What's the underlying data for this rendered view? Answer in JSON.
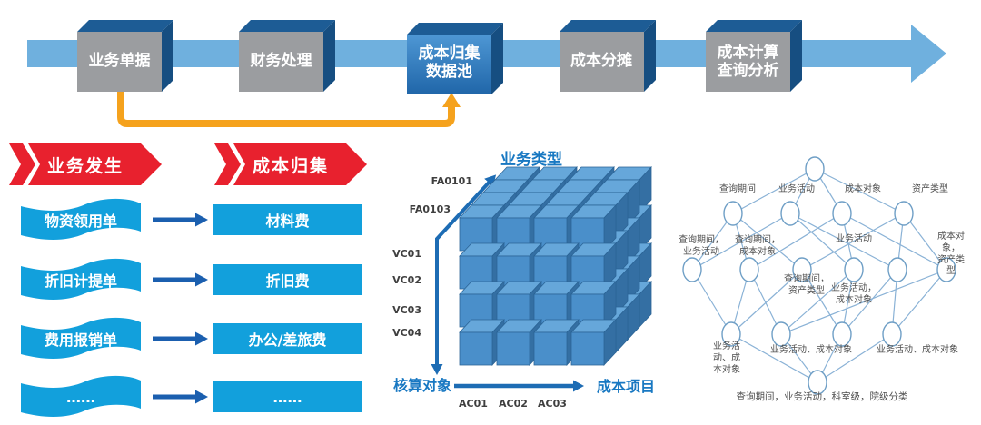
{
  "colors": {
    "flow-arrow": "#6FB0DE",
    "box-gray": "#9B9DA0",
    "box-top": "#1D5C95",
    "box-side": "#164E81",
    "box-blue-light": "#4E97D4",
    "box-blue-dark": "#2066A9",
    "orange": "#F5A21D",
    "red": "#E8212E",
    "cyan": "#12A0DC",
    "arrow-dark": "#1B5FAF",
    "axis-blue": "#1D6CB4",
    "axis-label": "#1878C2",
    "cube-front": "#4A8FCA",
    "cube-top": "#66A7DA",
    "cube-side": "#346FA3",
    "cube-stroke": "#2B6496",
    "net-edge": "#8AB2D6",
    "net-node": "#6F9FC6",
    "net-text": "#4F4F4F",
    "tick-text": "#3F3F3F"
  },
  "flow": {
    "steps": [
      {
        "label": "业务单据"
      },
      {
        "label": "财务处理"
      },
      {
        "label": "成本归集\n数据池"
      },
      {
        "label": "成本分摊"
      },
      {
        "label": "成本计算\n查询分析"
      }
    ]
  },
  "mapping": {
    "left_header": "业务发生",
    "right_header": "成本归集",
    "rows": [
      {
        "source": "物资领用单",
        "target": "材料费"
      },
      {
        "source": "折旧计提单",
        "target": "折旧费"
      },
      {
        "source": "费用报销单",
        "target": "办公/差旅费"
      },
      {
        "source": "……",
        "target": "……"
      }
    ]
  },
  "cube": {
    "axis_top": "业务类型",
    "axis_bottom_left": "核算对象",
    "axis_bottom_right": "成本项目",
    "fa_labels": [
      "FA0101",
      "FA0103"
    ],
    "vc_labels": [
      "VC01",
      "VC02",
      "VC03",
      "VC04"
    ],
    "ac_labels": [
      "AC01",
      "AC02",
      "AC03"
    ]
  },
  "network": {
    "row1": [
      "查询期间",
      "业务活动",
      "成本对象",
      "资产类型"
    ],
    "row2": [
      "查询期间，\n业务活动",
      "查询期间，\n成本对象",
      "业务活动",
      "成本对象，\n资产类型"
    ],
    "mid": [
      "查询期间，\n资产类型",
      "业务活动，\n成本对象"
    ],
    "row3": [
      "业务活\n动、成\n本对象",
      "业务活动、成本对象",
      "业务活动、成本对象"
    ],
    "bottom": "查询期间，业务活动，科室级，院级分类"
  }
}
